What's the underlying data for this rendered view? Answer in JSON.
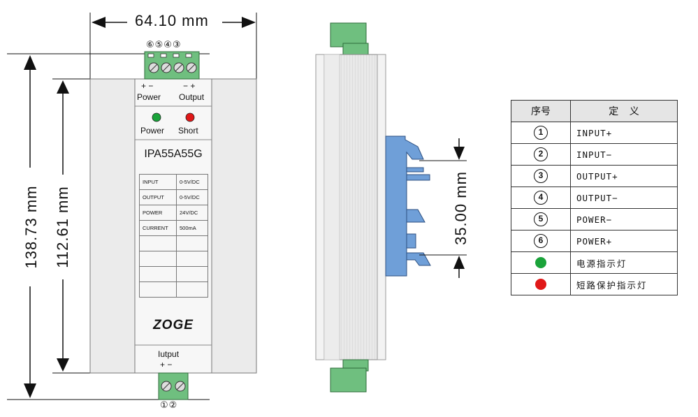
{
  "dimensions": {
    "width": "64.10 mm",
    "outer_height": "138.73 mm",
    "inner_height": "112.61 mm",
    "rail": "35.00 mm"
  },
  "front_panel": {
    "top_terminals": "⑥⑤④③",
    "power_polarity": "+ −",
    "output_polarity": "− +",
    "power_label": "Power",
    "output_label": "Output",
    "led_power_label": "Power",
    "led_short_label": "Short",
    "model": "IPA55A55G",
    "specs": [
      {
        "name": "INPUT",
        "value": "0-5V/DC"
      },
      {
        "name": "OUTPUT",
        "value": "0-5V/DC"
      },
      {
        "name": "POWER",
        "value": "24V/DC"
      },
      {
        "name": "CURRENT",
        "value": "500mA"
      }
    ],
    "logo": "ZOGE",
    "input_label": "Iutput",
    "input_polarity": "+ −",
    "bottom_terminals": "①②"
  },
  "definition_table": {
    "header_no": "序号",
    "header_def": "定    义",
    "rows": [
      {
        "no": "1",
        "def": "INPUT+"
      },
      {
        "no": "2",
        "def": "INPUT−"
      },
      {
        "no": "3",
        "def": "OUTPUT+"
      },
      {
        "no": "4",
        "def": "OUTPUT−"
      },
      {
        "no": "5",
        "def": "POWER−"
      },
      {
        "no": "6",
        "def": "POWER+"
      }
    ],
    "led_rows": [
      {
        "color": "#1aa33a",
        "def": "电源指示灯"
      },
      {
        "color": "#e01818",
        "def": "短路保护指示灯"
      }
    ]
  },
  "colors": {
    "terminal_green": "#6fbf7f",
    "clip_blue": "#6f9fd8",
    "housing": "#ebebeb"
  }
}
